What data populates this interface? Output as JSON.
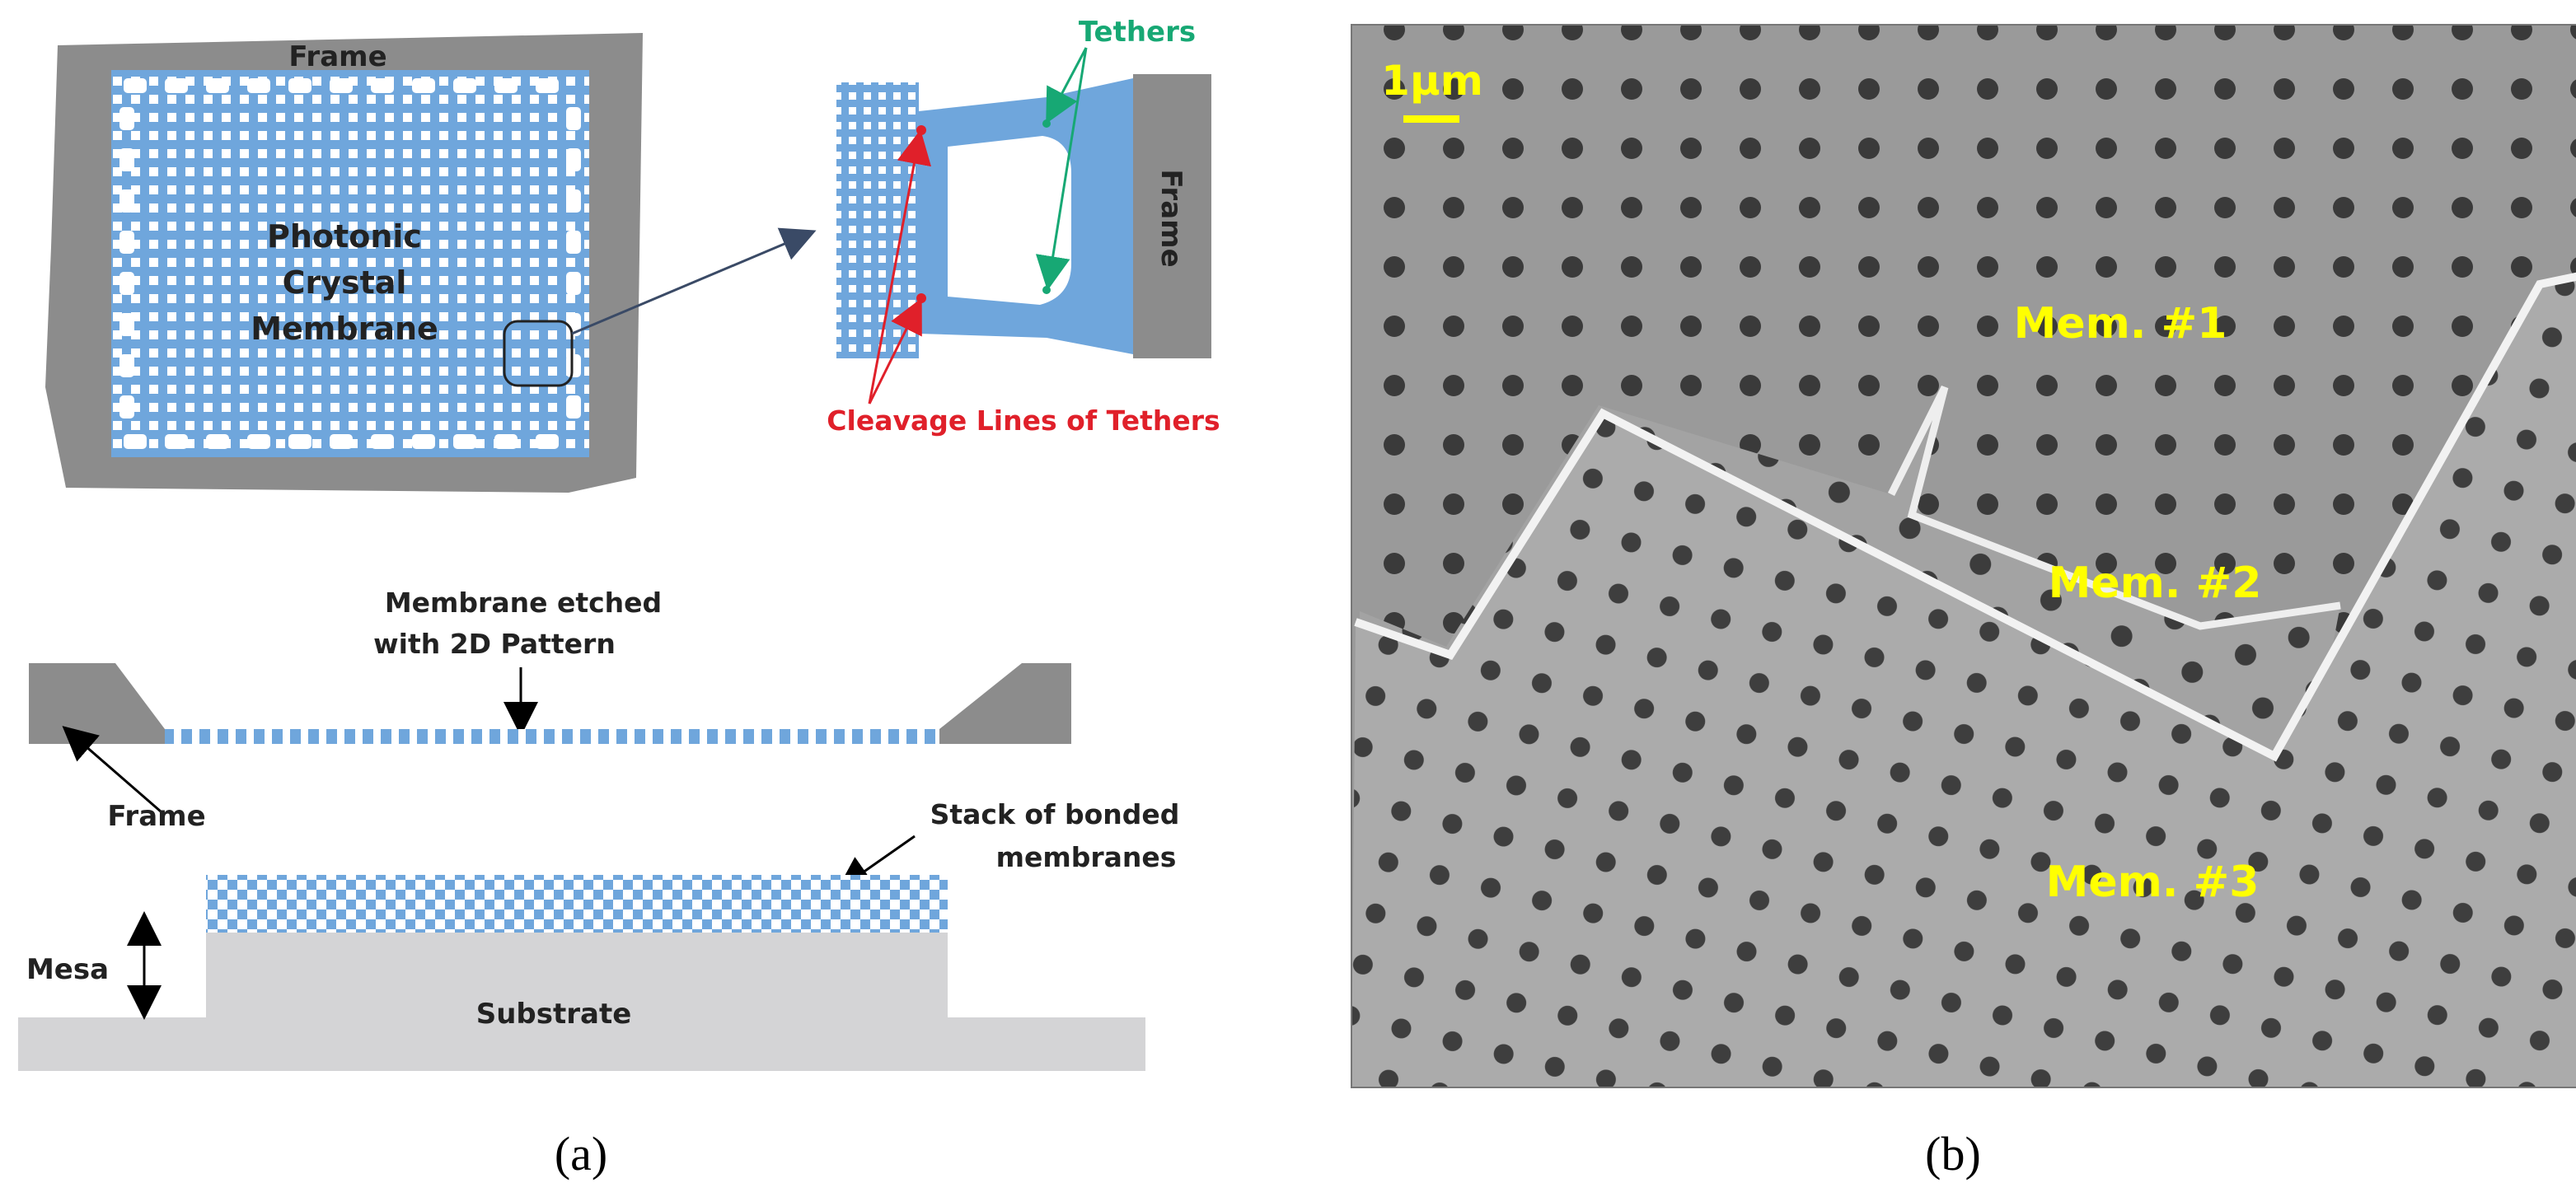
{
  "panel_a": {
    "caption": "(a)",
    "top_diagram": {
      "frame_label": "Frame",
      "membrane_label_lines": [
        "Photonic",
        "Crystal",
        "Membrane"
      ],
      "tethers_label": "Tethers",
      "inset_frame_label": "Frame",
      "cleavage_label": "Cleavage Lines of Tethers"
    },
    "bottom_diagram": {
      "membrane_label_lines": [
        "Membrane etched",
        "with 2D Pattern"
      ],
      "frame_label": "Frame",
      "stack_label_lines": [
        "Stack of bonded",
        "membranes"
      ],
      "mesa_label": "Mesa",
      "substrate_label": "Substrate"
    }
  },
  "panel_b": {
    "caption": "(b)",
    "scale_bar_label": "1μm",
    "membrane_labels": [
      "Mem. #1",
      "Mem. #2",
      "Mem. #3"
    ]
  },
  "colors": {
    "frame_gray": "#8c8c8c",
    "membrane_blue": "#6fa6dc",
    "tethers_green": "#17a874",
    "cleavage_red": "#e0202a",
    "sem_label_yellow": "#ffff00",
    "substrate_gray": "#d4d4d6"
  }
}
